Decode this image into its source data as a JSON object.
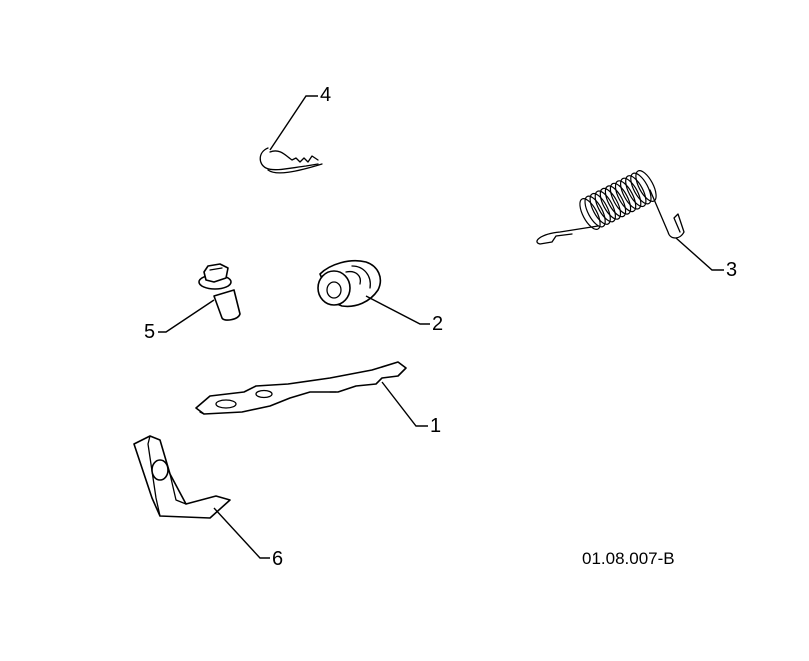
{
  "callouts": {
    "c1": "1",
    "c2": "2",
    "c3": "3",
    "c4": "4",
    "c5": "5",
    "c6": "6"
  },
  "figure_code": "01.08.007-B",
  "colors": {
    "ink": "#000000",
    "paper": "#ffffff"
  }
}
